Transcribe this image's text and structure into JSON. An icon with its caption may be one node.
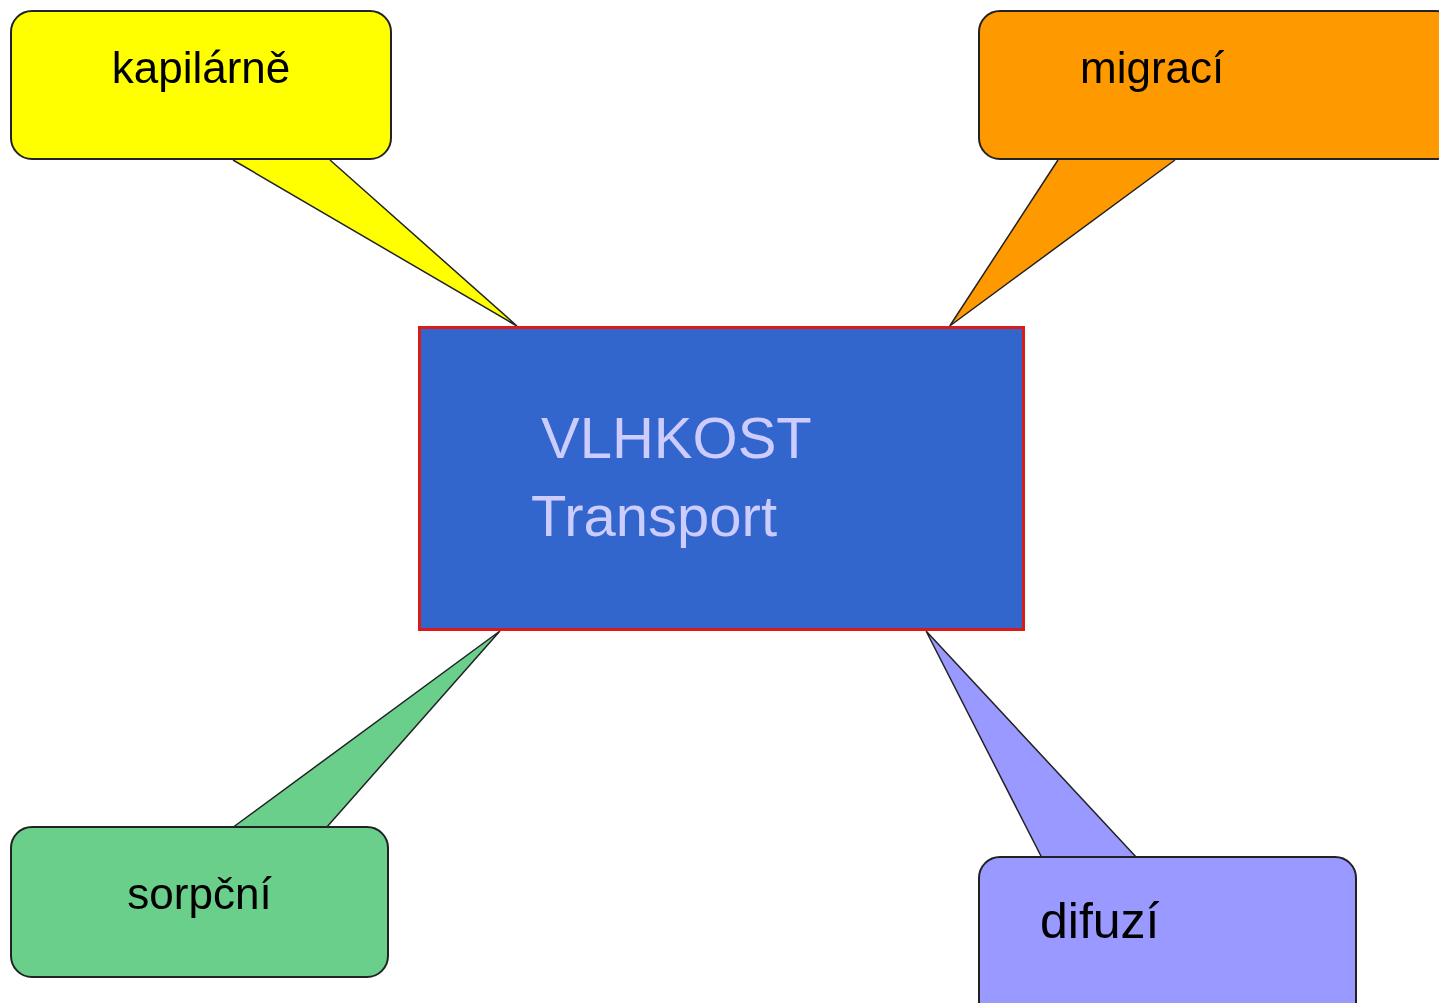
{
  "diagram": {
    "nodes": [
      {
        "text": [
          "kapilárně"
        ]
      },
      {
        "text": [
          "migrací"
        ]
      },
      {
        "text": [
          "VLHKOST",
          "Transport"
        ]
      },
      {
        "text": [
          "sorpční"
        ]
      },
      {
        "text": [
          "difuzí"
        ]
      }
    ],
    "edges": [
      {
        "from": 0,
        "to": 2,
        "arrow": "none"
      },
      {
        "from": 1,
        "to": 2,
        "arrow": "none"
      },
      {
        "from": 3,
        "to": 2,
        "arrow": "none"
      },
      {
        "from": 4,
        "to": 2,
        "arrow": "none"
      }
    ]
  }
}
